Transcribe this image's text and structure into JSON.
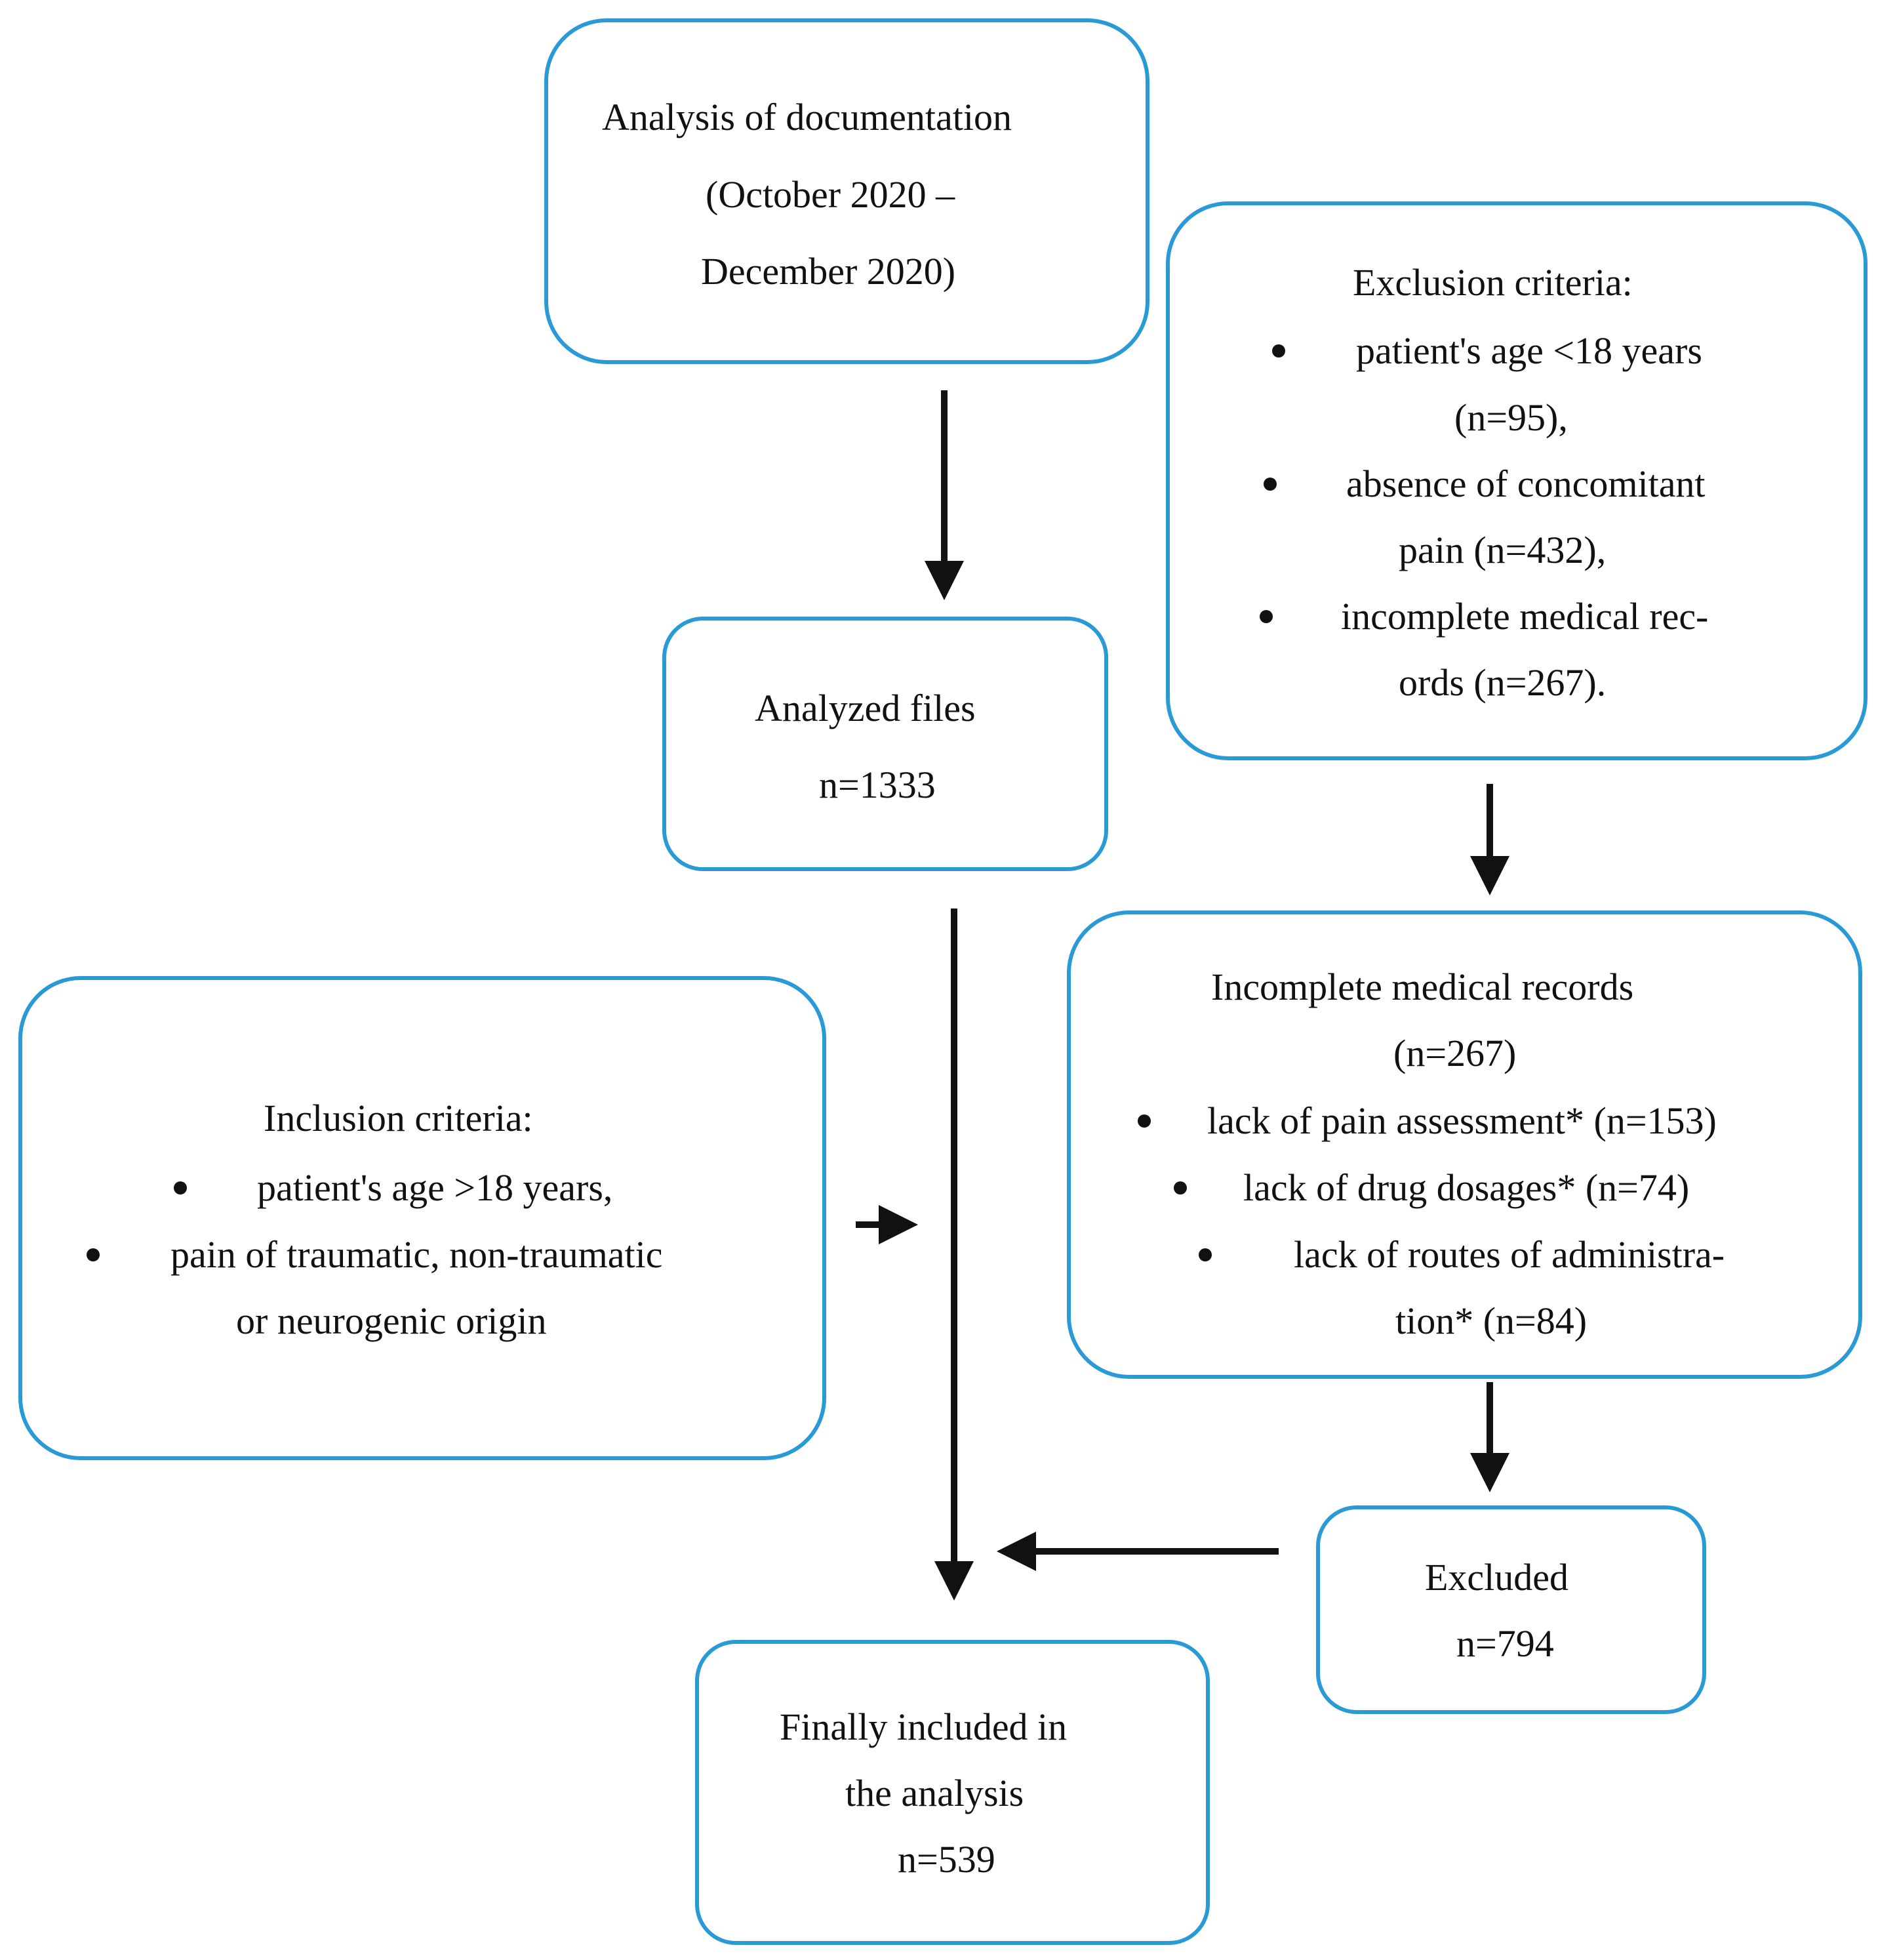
{
  "nodes": {
    "analysis": {
      "lines": [
        "Analysis of documentation",
        "(October 2020 –",
        "December 2020)"
      ]
    },
    "analyzed": {
      "lines": [
        "Analyzed files",
        "n=1333"
      ]
    },
    "exclusion": {
      "title": "Exclusion criteria:",
      "items": [
        {
          "line1": "patient's age <18 years",
          "line2": "(n=95),"
        },
        {
          "line1": "absence of concomitant",
          "line2": "pain (n=432),"
        },
        {
          "line1": "incomplete medical rec-",
          "line2": "ords (n=267)."
        }
      ]
    },
    "inclusion": {
      "title": "Inclusion criteria:",
      "items": [
        {
          "line1": "patient's age >18 years,"
        },
        {
          "line1": "pain of traumatic, non-traumatic",
          "line2": "or neurogenic origin"
        }
      ]
    },
    "incomplete": {
      "title": "Incomplete medical records",
      "subtitle": "(n=267)",
      "items": [
        {
          "line1": "lack of pain assessment* (n=153)"
        },
        {
          "line1": "lack of drug dosages* (n=74)"
        },
        {
          "line1": "lack of routes of administra-",
          "line2": "tion* (n=84)"
        }
      ]
    },
    "excluded": {
      "lines": [
        "Excluded",
        "n=794"
      ]
    },
    "final": {
      "lines": [
        "Finally included in",
        "the analysis",
        "n=539"
      ]
    }
  },
  "colors": {
    "box_border": "#2a9ad6",
    "arrow": "#111111",
    "text": "#111111"
  }
}
